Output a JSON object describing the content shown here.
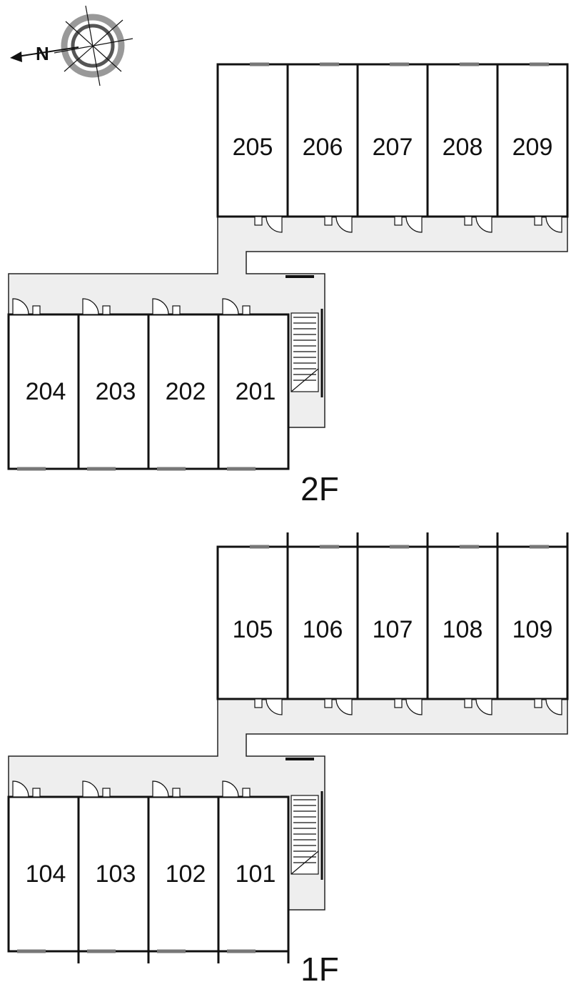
{
  "compass": {
    "letter": "N"
  },
  "floors": [
    {
      "label": "2F",
      "top_row": [
        "205",
        "206",
        "207",
        "208",
        "209"
      ],
      "bottom_row": [
        "204",
        "203",
        "202",
        "201"
      ]
    },
    {
      "label": "1F",
      "top_row": [
        "105",
        "106",
        "107",
        "108",
        "109"
      ],
      "bottom_row": [
        "104",
        "103",
        "102",
        "101"
      ]
    }
  ]
}
